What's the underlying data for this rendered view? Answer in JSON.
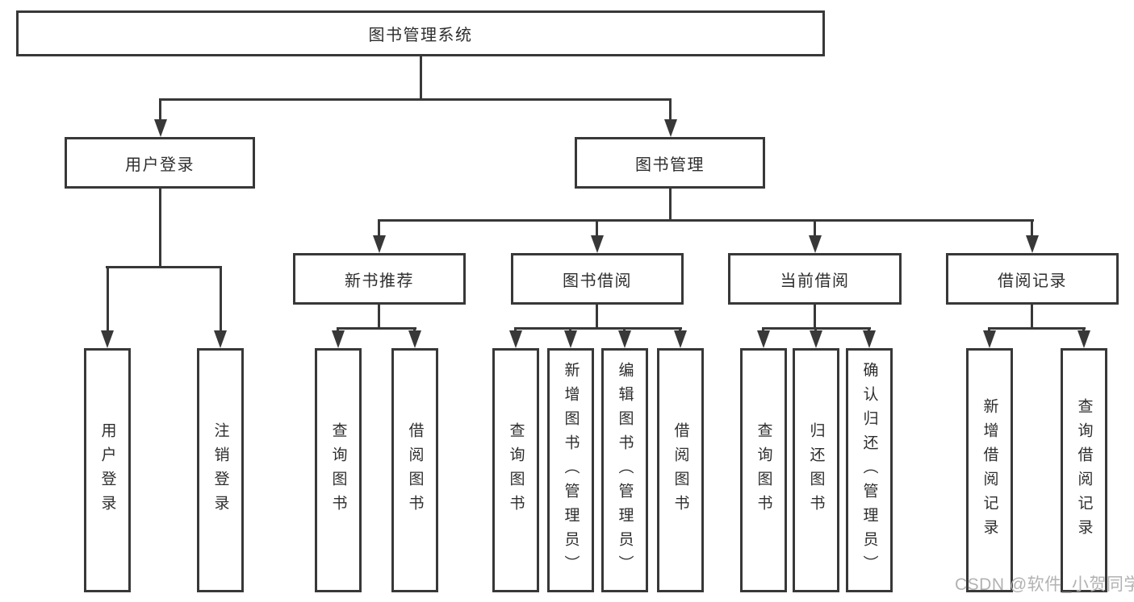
{
  "colors": {
    "line": "#383838",
    "text": "#2e2e2e",
    "box-bg": "#ffffff",
    "page-bg": "#ffffff",
    "watermark": "#b2b2b2"
  },
  "nodes": {
    "root": "图书管理系统",
    "user_login": "用户登录",
    "book_mgmt": "图书管理",
    "new_book_rec": "新书推荐",
    "book_borrow": "图书借阅",
    "current_borrow": "当前借阅",
    "borrow_records": "借阅记录",
    "leaf_login": "用户登录",
    "leaf_logout": "注销登录",
    "leaf_nbr_query": "查询图书",
    "leaf_nbr_borrow": "借阅图书",
    "leaf_bb_query": "查询图书",
    "leaf_bb_add": "新增图书（管理员）",
    "leaf_bb_edit": "编辑图书（管理员）",
    "leaf_bb_borrow": "借阅图书",
    "leaf_cb_query": "查询图书",
    "leaf_cb_return": "归还图书",
    "leaf_cb_confirm": "确认归还（管理员）",
    "leaf_br_add": "新增借阅记录",
    "leaf_br_query": "查询借阅记录"
  },
  "watermark": {
    "text": "CSDN @软件_小贺同学"
  }
}
